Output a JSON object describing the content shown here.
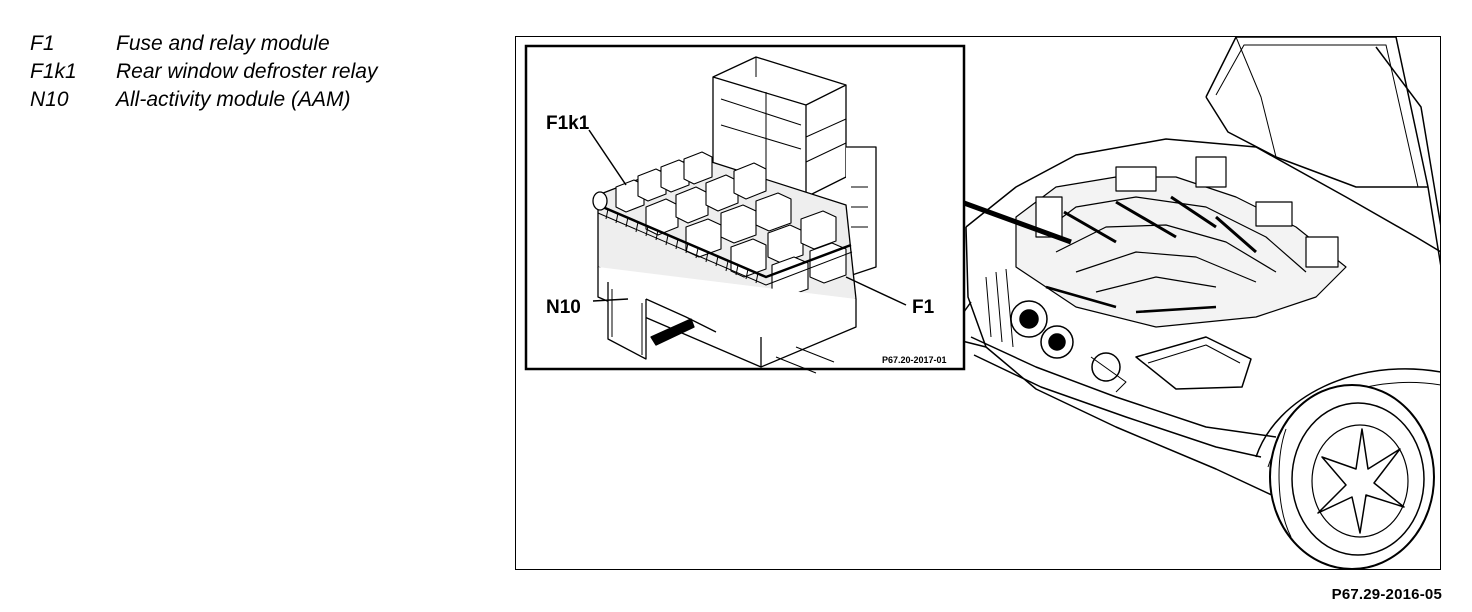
{
  "legend": [
    {
      "code": "F1",
      "description": "Fuse and relay module"
    },
    {
      "code": "F1k1",
      "description": "Rear window defroster relay"
    },
    {
      "code": "N10",
      "description": "All-activity module (AAM)"
    }
  ],
  "inset": {
    "callouts": {
      "f1k1": "F1k1",
      "n10": "N10",
      "f1": "F1"
    },
    "reference": "P67.20-2017-01"
  },
  "figure_reference": "P67.29-2016-05"
}
